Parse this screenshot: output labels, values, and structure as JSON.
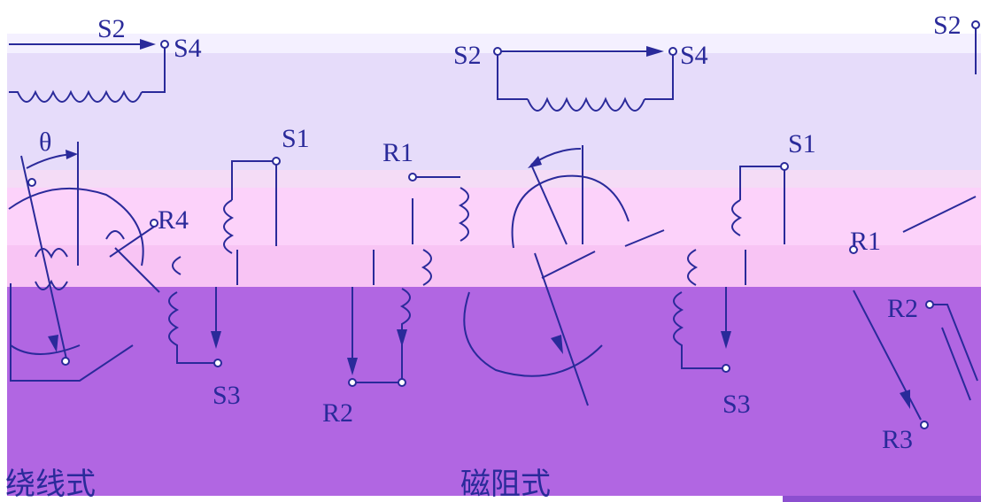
{
  "labels": {
    "left_s2": "S2",
    "left_s4": "S4",
    "left_theta": "θ",
    "left_r4": "R4",
    "left_s1": "S1",
    "left_s3": "S3",
    "mid_r1": "R1",
    "mid_r2": "R2",
    "mid_s2": "S2",
    "mid_s4": "S4",
    "mid_s1": "S1",
    "mid_s3": "S3",
    "right_s2": "S2",
    "right_r1": "R1",
    "right_r2": "R2",
    "right_r3": "R3"
  },
  "captions": {
    "wound_rotor": "绕线式",
    "reluctance": "磁阻式"
  },
  "colors": {
    "line": "#2a2a9a",
    "band_dark": "#b166e2",
    "band_pink": "#fcd2fa",
    "band_lavender": "#e6dcfa"
  }
}
